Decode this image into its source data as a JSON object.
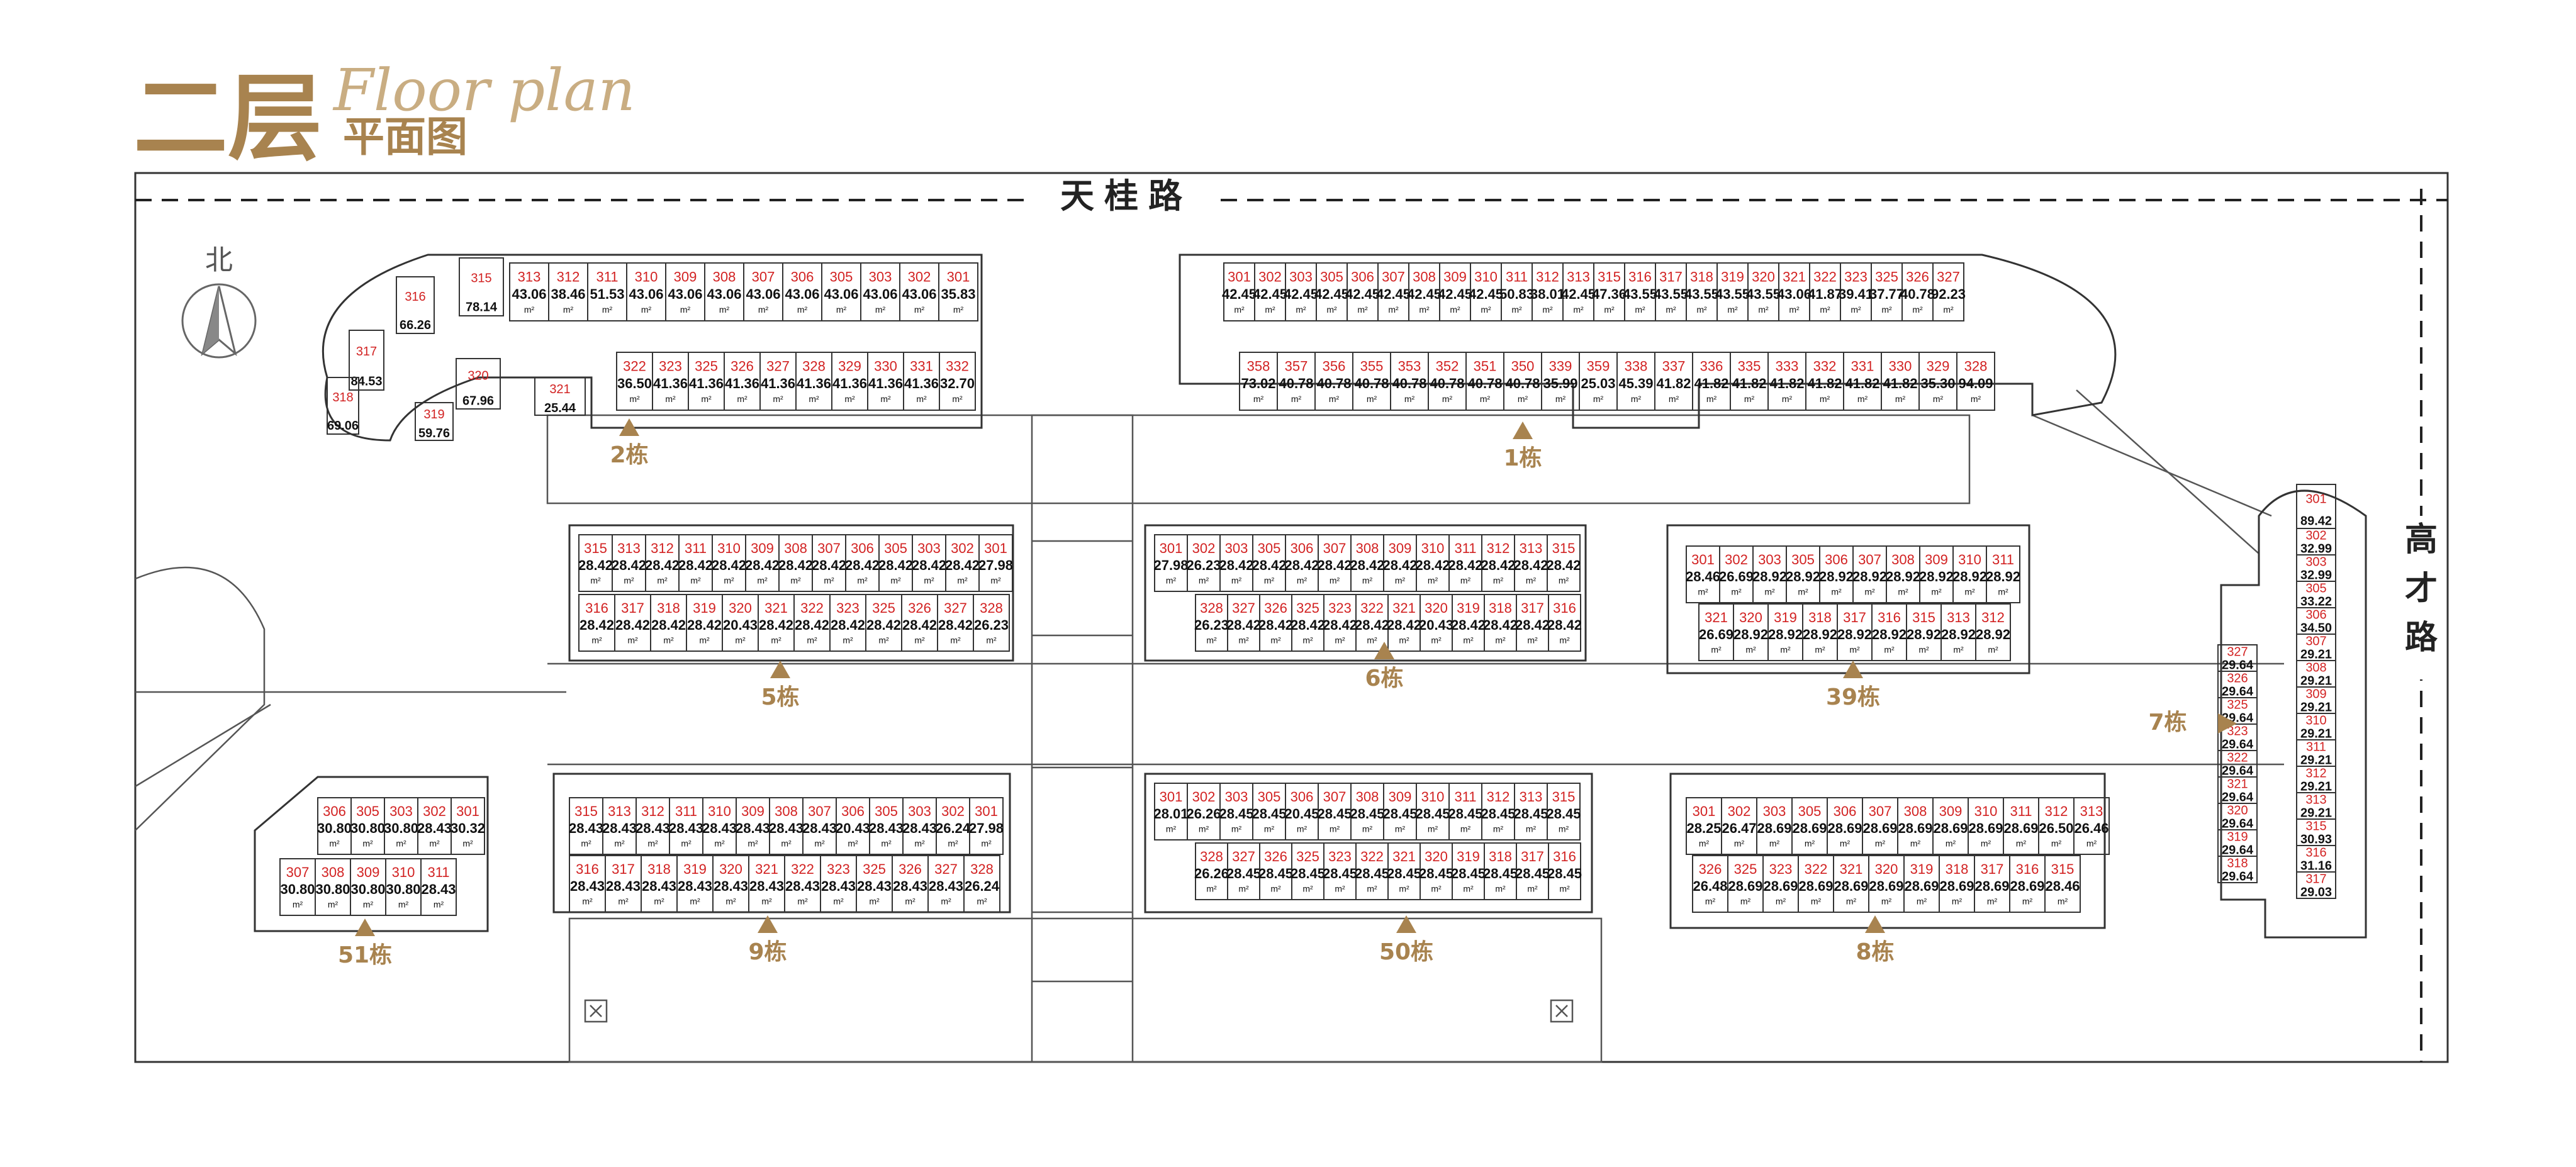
{
  "title": {
    "main": "二层",
    "sub": "平面图",
    "script": "Floor plan"
  },
  "roads": {
    "north": "天桂路",
    "east": "高才路"
  },
  "compass": {
    "label": "北"
  },
  "unit_suffix": "m²",
  "colors": {
    "gold": "#a8834f",
    "unit_red": "#d22222",
    "line": "#444444"
  },
  "buildings": [
    {
      "id": "b2",
      "label": "2栋",
      "top": [
        {
          "no": "313",
          "area": "43.06"
        },
        {
          "no": "312",
          "area": "38.46"
        },
        {
          "no": "311",
          "area": "51.53"
        },
        {
          "no": "310",
          "area": "43.06"
        },
        {
          "no": "309",
          "area": "43.06"
        },
        {
          "no": "308",
          "area": "43.06"
        },
        {
          "no": "307",
          "area": "43.06"
        },
        {
          "no": "306",
          "area": "43.06"
        },
        {
          "no": "305",
          "area": "43.06"
        },
        {
          "no": "303",
          "area": "43.06"
        },
        {
          "no": "302",
          "area": "43.06"
        },
        {
          "no": "301",
          "area": "35.83"
        }
      ],
      "bottom": [
        {
          "no": "322",
          "area": "36.50"
        },
        {
          "no": "323",
          "area": "41.36"
        },
        {
          "no": "325",
          "area": "41.36"
        },
        {
          "no": "326",
          "area": "41.36"
        },
        {
          "no": "327",
          "area": "41.36"
        },
        {
          "no": "328",
          "area": "41.36"
        },
        {
          "no": "329",
          "area": "41.36"
        },
        {
          "no": "330",
          "area": "41.36"
        },
        {
          "no": "331",
          "area": "41.36"
        },
        {
          "no": "332",
          "area": "32.70"
        }
      ],
      "extra": [
        {
          "no": "315",
          "area": "78.14"
        },
        {
          "no": "316",
          "area": "66.26"
        },
        {
          "no": "317",
          "area": "84.53"
        },
        {
          "no": "318",
          "area": "69.06"
        },
        {
          "no": "319",
          "area": "59.76"
        },
        {
          "no": "320",
          "area": "67.96"
        },
        {
          "no": "321",
          "area": "25.44"
        }
      ]
    },
    {
      "id": "b1",
      "label": "1栋",
      "top": [
        {
          "no": "301",
          "area": "42.45"
        },
        {
          "no": "302",
          "area": "42.45"
        },
        {
          "no": "303",
          "area": "42.45"
        },
        {
          "no": "305",
          "area": "42.45"
        },
        {
          "no": "306",
          "area": "42.45"
        },
        {
          "no": "307",
          "area": "42.45"
        },
        {
          "no": "308",
          "area": "42.45"
        },
        {
          "no": "309",
          "area": "42.45"
        },
        {
          "no": "310",
          "area": "42.45"
        },
        {
          "no": "311",
          "area": "50.83"
        },
        {
          "no": "312",
          "area": "38.01"
        },
        {
          "no": "313",
          "area": "42.45"
        },
        {
          "no": "315",
          "area": "47.36"
        },
        {
          "no": "316",
          "area": "43.55"
        },
        {
          "no": "317",
          "area": "43.55"
        },
        {
          "no": "318",
          "area": "43.55"
        },
        {
          "no": "319",
          "area": "43.55"
        },
        {
          "no": "320",
          "area": "43.55"
        },
        {
          "no": "321",
          "area": "43.06"
        },
        {
          "no": "322",
          "area": "41.87"
        },
        {
          "no": "323",
          "area": "39.41"
        },
        {
          "no": "325",
          "area": "37.77"
        },
        {
          "no": "326",
          "area": "40.78"
        },
        {
          "no": "327",
          "area": "92.23"
        }
      ],
      "bottom": [
        {
          "no": "358",
          "area": "73.02"
        },
        {
          "no": "357",
          "area": "40.78"
        },
        {
          "no": "356",
          "area": "40.78"
        },
        {
          "no": "355",
          "area": "40.78"
        },
        {
          "no": "353",
          "area": "40.78"
        },
        {
          "no": "352",
          "area": "40.78"
        },
        {
          "no": "351",
          "area": "40.78"
        },
        {
          "no": "350",
          "area": "40.78"
        },
        {
          "no": "339",
          "area": "35.99"
        },
        {
          "no": "359",
          "area": "25.03"
        },
        {
          "no": "338",
          "area": "45.39"
        },
        {
          "no": "337",
          "area": "41.82"
        },
        {
          "no": "336",
          "area": "41.82"
        },
        {
          "no": "335",
          "area": "41.82"
        },
        {
          "no": "333",
          "area": "41.82"
        },
        {
          "no": "332",
          "area": "41.82"
        },
        {
          "no": "331",
          "area": "41.82"
        },
        {
          "no": "330",
          "area": "41.82"
        },
        {
          "no": "329",
          "area": "35.30"
        },
        {
          "no": "328",
          "area": "94.09"
        }
      ]
    },
    {
      "id": "b5",
      "label": "5栋",
      "top": [
        {
          "no": "315",
          "area": "28.42"
        },
        {
          "no": "313",
          "area": "28.42"
        },
        {
          "no": "312",
          "area": "28.42"
        },
        {
          "no": "311",
          "area": "28.42"
        },
        {
          "no": "310",
          "area": "28.42"
        },
        {
          "no": "309",
          "area": "28.42"
        },
        {
          "no": "308",
          "area": "28.42"
        },
        {
          "no": "307",
          "area": "28.42"
        },
        {
          "no": "306",
          "area": "28.42"
        },
        {
          "no": "305",
          "area": "28.42"
        },
        {
          "no": "303",
          "area": "28.42"
        },
        {
          "no": "302",
          "area": "28.42"
        },
        {
          "no": "301",
          "area": "27.98"
        }
      ],
      "bottom": [
        {
          "no": "316",
          "area": "28.42"
        },
        {
          "no": "317",
          "area": "28.42"
        },
        {
          "no": "318",
          "area": "28.42"
        },
        {
          "no": "319",
          "area": "28.42"
        },
        {
          "no": "320",
          "area": "20.43"
        },
        {
          "no": "321",
          "area": "28.42"
        },
        {
          "no": "322",
          "area": "28.42"
        },
        {
          "no": "323",
          "area": "28.42"
        },
        {
          "no": "325",
          "area": "28.42"
        },
        {
          "no": "326",
          "area": "28.42"
        },
        {
          "no": "327",
          "area": "28.42"
        },
        {
          "no": "328",
          "area": "26.23"
        }
      ]
    },
    {
      "id": "b6",
      "label": "6栋",
      "top": [
        {
          "no": "301",
          "area": "27.98"
        },
        {
          "no": "302",
          "area": "26.23"
        },
        {
          "no": "303",
          "area": "28.42"
        },
        {
          "no": "305",
          "area": "28.42"
        },
        {
          "no": "306",
          "area": "28.42"
        },
        {
          "no": "307",
          "area": "28.42"
        },
        {
          "no": "308",
          "area": "28.42"
        },
        {
          "no": "309",
          "area": "28.42"
        },
        {
          "no": "310",
          "area": "28.42"
        },
        {
          "no": "311",
          "area": "28.42"
        },
        {
          "no": "312",
          "area": "28.42"
        },
        {
          "no": "313",
          "area": "28.42"
        },
        {
          "no": "315",
          "area": "28.42"
        }
      ],
      "bottom": [
        {
          "no": "328",
          "area": "26.23"
        },
        {
          "no": "327",
          "area": "28.42"
        },
        {
          "no": "326",
          "area": "28.42"
        },
        {
          "no": "325",
          "area": "28.42"
        },
        {
          "no": "323",
          "area": "28.42"
        },
        {
          "no": "322",
          "area": "28.42"
        },
        {
          "no": "321",
          "area": "28.42"
        },
        {
          "no": "320",
          "area": "20.43"
        },
        {
          "no": "319",
          "area": "28.42"
        },
        {
          "no": "318",
          "area": "28.42"
        },
        {
          "no": "317",
          "area": "28.42"
        },
        {
          "no": "316",
          "area": "28.42"
        }
      ]
    },
    {
      "id": "b39",
      "label": "39栋",
      "top": [
        {
          "no": "301",
          "area": "28.46"
        },
        {
          "no": "302",
          "area": "26.69"
        },
        {
          "no": "303",
          "area": "28.92"
        },
        {
          "no": "305",
          "area": "28.92"
        },
        {
          "no": "306",
          "area": "28.92"
        },
        {
          "no": "307",
          "area": "28.92"
        },
        {
          "no": "308",
          "area": "28.92"
        },
        {
          "no": "309",
          "area": "28.92"
        },
        {
          "no": "310",
          "area": "28.92"
        },
        {
          "no": "311",
          "area": "28.92"
        }
      ],
      "bottom": [
        {
          "no": "321",
          "area": "26.69"
        },
        {
          "no": "320",
          "area": "28.92"
        },
        {
          "no": "319",
          "area": "28.92"
        },
        {
          "no": "318",
          "area": "28.92"
        },
        {
          "no": "317",
          "area": "28.92"
        },
        {
          "no": "316",
          "area": "28.92"
        },
        {
          "no": "315",
          "area": "28.92"
        },
        {
          "no": "313",
          "area": "28.92"
        },
        {
          "no": "312",
          "area": "28.92"
        }
      ]
    },
    {
      "id": "b7",
      "label": "7栋",
      "left": [
        {
          "no": "327",
          "area": "29.64"
        },
        {
          "no": "326",
          "area": "29.64"
        },
        {
          "no": "325",
          "area": "29.64"
        },
        {
          "no": "323",
          "area": "29.64"
        },
        {
          "no": "322",
          "area": "29.64"
        },
        {
          "no": "321",
          "area": "29.64"
        },
        {
          "no": "320",
          "area": "29.64"
        },
        {
          "no": "319",
          "area": "29.64"
        },
        {
          "no": "318",
          "area": "29.64"
        }
      ],
      "right": [
        {
          "no": "301",
          "area": "89.42"
        },
        {
          "no": "302",
          "area": "32.99"
        },
        {
          "no": "303",
          "area": "32.99"
        },
        {
          "no": "305",
          "area": "33.22"
        },
        {
          "no": "306",
          "area": "34.50"
        },
        {
          "no": "307",
          "area": "29.21"
        },
        {
          "no": "308",
          "area": "29.21"
        },
        {
          "no": "309",
          "area": "29.21"
        },
        {
          "no": "310",
          "area": "29.21"
        },
        {
          "no": "311",
          "area": "29.21"
        },
        {
          "no": "312",
          "area": "29.21"
        },
        {
          "no": "313",
          "area": "29.21"
        },
        {
          "no": "315",
          "area": "30.93"
        },
        {
          "no": "316",
          "area": "31.16"
        },
        {
          "no": "317",
          "area": "29.03"
        }
      ]
    },
    {
      "id": "b51",
      "label": "51栋",
      "top": [
        {
          "no": "306",
          "area": "30.80"
        },
        {
          "no": "305",
          "area": "30.80"
        },
        {
          "no": "303",
          "area": "30.80"
        },
        {
          "no": "302",
          "area": "28.43"
        },
        {
          "no": "301",
          "area": "30.32"
        }
      ],
      "bottom": [
        {
          "no": "307",
          "area": "30.80"
        },
        {
          "no": "308",
          "area": "30.80"
        },
        {
          "no": "309",
          "area": "30.80"
        },
        {
          "no": "310",
          "area": "30.80"
        },
        {
          "no": "311",
          "area": "28.43"
        }
      ]
    },
    {
      "id": "b9",
      "label": "9栋",
      "top": [
        {
          "no": "315",
          "area": "28.43"
        },
        {
          "no": "313",
          "area": "28.43"
        },
        {
          "no": "312",
          "area": "28.43"
        },
        {
          "no": "311",
          "area": "28.43"
        },
        {
          "no": "310",
          "area": "28.43"
        },
        {
          "no": "309",
          "area": "28.43"
        },
        {
          "no": "308",
          "area": "28.43"
        },
        {
          "no": "307",
          "area": "28.43"
        },
        {
          "no": "306",
          "area": "20.43"
        },
        {
          "no": "305",
          "area": "28.43"
        },
        {
          "no": "303",
          "area": "28.43"
        },
        {
          "no": "302",
          "area": "26.24"
        },
        {
          "no": "301",
          "area": "27.98"
        }
      ],
      "bottom": [
        {
          "no": "316",
          "area": "28.43"
        },
        {
          "no": "317",
          "area": "28.43"
        },
        {
          "no": "318",
          "area": "28.43"
        },
        {
          "no": "319",
          "area": "28.43"
        },
        {
          "no": "320",
          "area": "28.43"
        },
        {
          "no": "321",
          "area": "28.43"
        },
        {
          "no": "322",
          "area": "28.43"
        },
        {
          "no": "323",
          "area": "28.43"
        },
        {
          "no": "325",
          "area": "28.43"
        },
        {
          "no": "326",
          "area": "28.43"
        },
        {
          "no": "327",
          "area": "28.43"
        },
        {
          "no": "328",
          "area": "26.24"
        }
      ]
    },
    {
      "id": "b50",
      "label": "50栋",
      "top": [
        {
          "no": "301",
          "area": "28.01"
        },
        {
          "no": "302",
          "area": "26.26"
        },
        {
          "no": "303",
          "area": "28.45"
        },
        {
          "no": "305",
          "area": "28.45"
        },
        {
          "no": "306",
          "area": "20.45"
        },
        {
          "no": "307",
          "area": "28.45"
        },
        {
          "no": "308",
          "area": "28.45"
        },
        {
          "no": "309",
          "area": "28.45"
        },
        {
          "no": "310",
          "area": "28.45"
        },
        {
          "no": "311",
          "area": "28.45"
        },
        {
          "no": "312",
          "area": "28.45"
        },
        {
          "no": "313",
          "area": "28.45"
        },
        {
          "no": "315",
          "area": "28.45"
        }
      ],
      "bottom": [
        {
          "no": "328",
          "area": "26.26"
        },
        {
          "no": "327",
          "area": "28.45"
        },
        {
          "no": "326",
          "area": "28.45"
        },
        {
          "no": "325",
          "area": "28.45"
        },
        {
          "no": "323",
          "area": "28.45"
        },
        {
          "no": "322",
          "area": "28.45"
        },
        {
          "no": "321",
          "area": "28.45"
        },
        {
          "no": "320",
          "area": "28.45"
        },
        {
          "no": "319",
          "area": "28.45"
        },
        {
          "no": "318",
          "area": "28.45"
        },
        {
          "no": "317",
          "area": "28.45"
        },
        {
          "no": "316",
          "area": "28.45"
        }
      ]
    },
    {
      "id": "b8",
      "label": "8栋",
      "top": [
        {
          "no": "301",
          "area": "28.25"
        },
        {
          "no": "302",
          "area": "26.47"
        },
        {
          "no": "303",
          "area": "28.69"
        },
        {
          "no": "305",
          "area": "28.69"
        },
        {
          "no": "306",
          "area": "28.69"
        },
        {
          "no": "307",
          "area": "28.69"
        },
        {
          "no": "308",
          "area": "28.69"
        },
        {
          "no": "309",
          "area": "28.69"
        },
        {
          "no": "310",
          "area": "28.69"
        },
        {
          "no": "311",
          "area": "28.69"
        },
        {
          "no": "312",
          "area": "26.50"
        },
        {
          "no": "313",
          "area": "26.46"
        }
      ],
      "bottom": [
        {
          "no": "326",
          "area": "26.48"
        },
        {
          "no": "325",
          "area": "28.69"
        },
        {
          "no": "323",
          "area": "28.69"
        },
        {
          "no": "322",
          "area": "28.69"
        },
        {
          "no": "321",
          "area": "28.69"
        },
        {
          "no": "320",
          "area": "28.69"
        },
        {
          "no": "319",
          "area": "28.69"
        },
        {
          "no": "318",
          "area": "28.69"
        },
        {
          "no": "317",
          "area": "28.69"
        },
        {
          "no": "316",
          "area": "28.69"
        },
        {
          "no": "315",
          "area": "28.46"
        }
      ]
    }
  ]
}
